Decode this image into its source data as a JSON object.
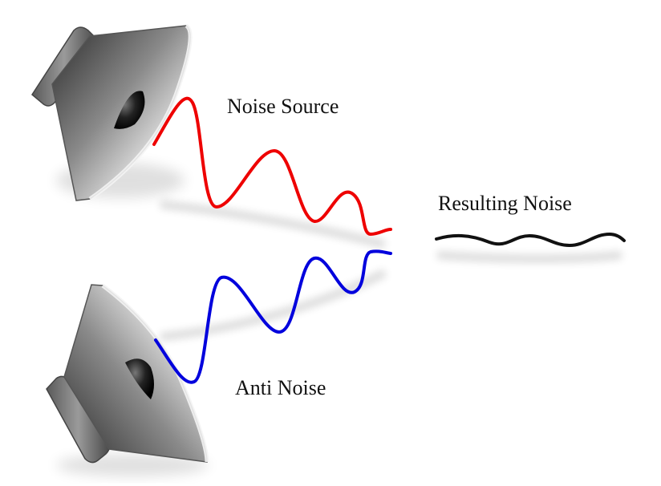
{
  "labels": {
    "noise_source": "Noise Source",
    "resulting_noise": "Resulting Noise",
    "anti_noise": "Anti Noise"
  },
  "colors": {
    "noise_wave": "#ee0000",
    "anti_wave": "#0000dd",
    "result_wave": "#111111"
  },
  "icons": {
    "top_speaker": "speaker-icon",
    "bottom_speaker": "speaker-icon"
  }
}
